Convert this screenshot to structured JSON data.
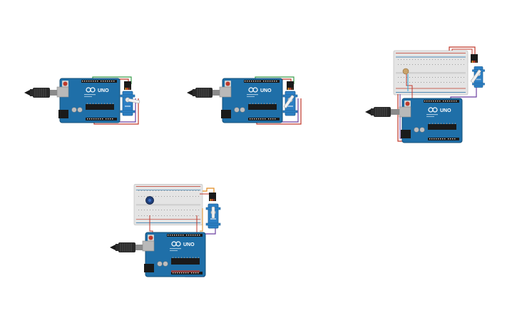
{
  "canvas": {
    "background": "#ffffff",
    "board_color": "#1f6fa8",
    "board_edge": "#14507a",
    "breadboard_color": "#e3e3e3",
    "wire_red": "#c0392b",
    "wire_green": "#3a9d4a",
    "wire_orange": "#e08a1e",
    "wire_purple": "#6b3fa0",
    "wire_black": "#222222",
    "servo_color": "#2c7fc4"
  },
  "circuits": [
    {
      "id": "circuit-1",
      "board_label": "UNO",
      "has_breadboard": false,
      "has_potentiometer": false,
      "servo_horn": "horizontal"
    },
    {
      "id": "circuit-2",
      "board_label": "UNO",
      "has_breadboard": false,
      "has_potentiometer": false,
      "servo_horn": "diagonal"
    },
    {
      "id": "circuit-3",
      "board_label": "UNO",
      "has_breadboard": true,
      "has_potentiometer": true,
      "servo_horn": "diagonal"
    },
    {
      "id": "circuit-4",
      "board_label": "UNO",
      "has_breadboard": true,
      "has_potentiometer": true,
      "servo_horn": "vertical"
    }
  ]
}
